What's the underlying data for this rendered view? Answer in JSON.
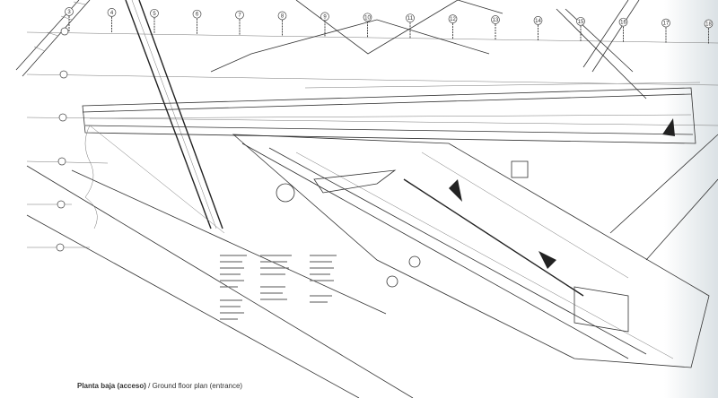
{
  "caption": {
    "title_es": "Planta baja (acceso)",
    "separator": " / ",
    "title_en": "Ground floor plan (entrance)"
  },
  "grid_axes_top": [
    "3",
    "4",
    "5",
    "6",
    "7",
    "8",
    "9",
    "10",
    "11",
    "12",
    "13",
    "14",
    "15",
    "16",
    "17",
    "18"
  ],
  "colors": {
    "ink": "#333333",
    "paper": "#ffffff"
  }
}
